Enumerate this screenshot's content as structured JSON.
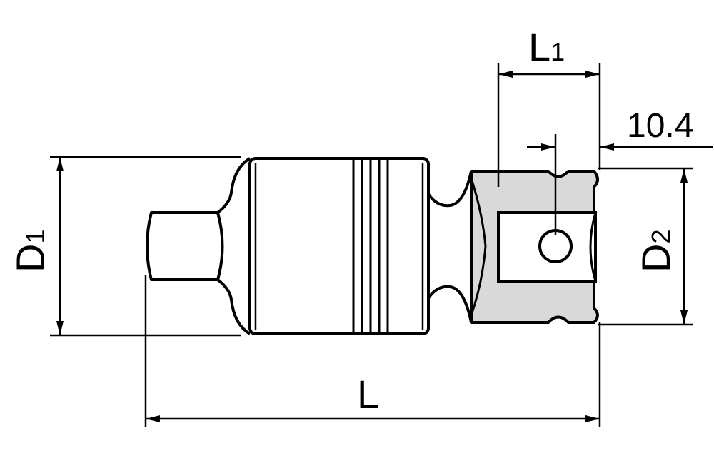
{
  "labels": {
    "l1_main": "L",
    "l1_sub": "1",
    "offset": "10.4",
    "d1_main": "D",
    "d1_sub": "1",
    "d2_main": "D",
    "d2_sub": "2",
    "length": "L"
  },
  "colors": {
    "line": "#000000",
    "shade": "#d9d9d9",
    "background": "#ffffff"
  }
}
